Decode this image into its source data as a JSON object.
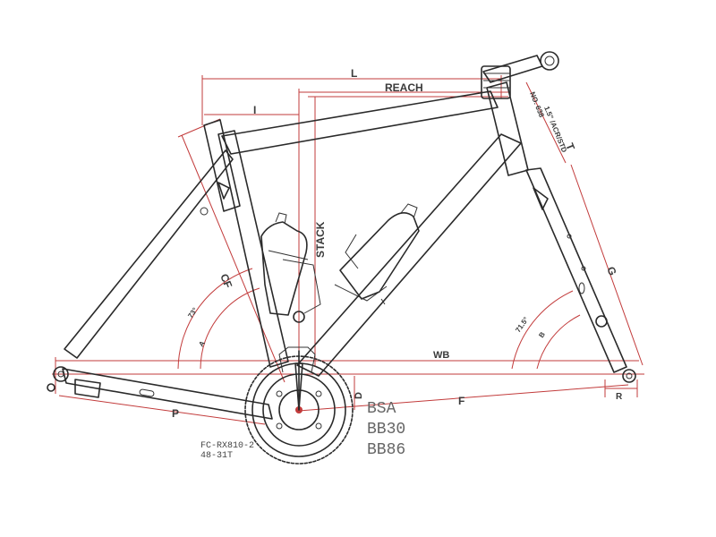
{
  "labels": {
    "L": "L",
    "reach": "REACH",
    "I": "I",
    "stack": "STACK",
    "cf": "CF",
    "angle_seat": "73°",
    "A": "A",
    "angle_head": "71.5°",
    "B": "B",
    "G": "G",
    "T": "T",
    "wb": "WB",
    "P": "P",
    "D": "D",
    "F": "F",
    "R": "R",
    "headset_line1": "NO. 638",
    "headset_line2": "1.5\" /ACR/STD"
  },
  "bb_standards": [
    "BSA",
    "BB30",
    "BB86"
  ],
  "crankset": {
    "model": "FC-RX810-2",
    "gearing": "48-31T"
  },
  "colors": {
    "dimension_line": "#c23b3b",
    "frame_line": "#2a2a2a"
  }
}
